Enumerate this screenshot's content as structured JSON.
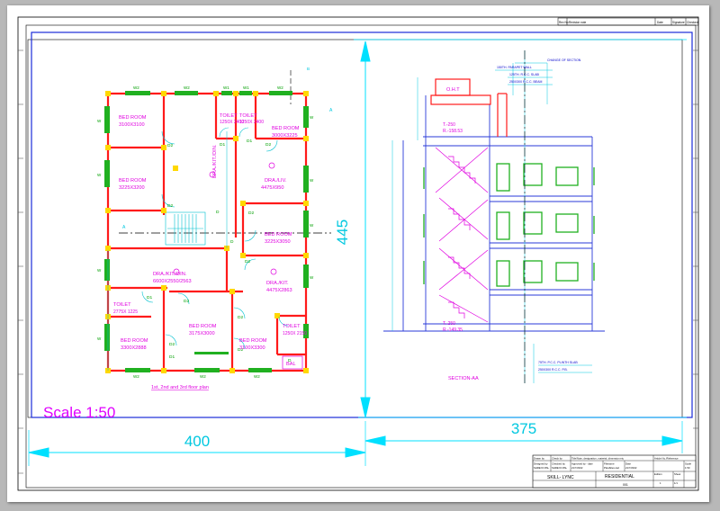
{
  "sheet": {
    "scale_label": "Scale 1:50",
    "dim_left": "400",
    "dim_right": "375",
    "dim_vertical": "445",
    "header_cells": [
      "Rev No",
      "Revision note",
      "Date",
      "Signature",
      "Checked"
    ]
  },
  "plan": {
    "caption": "1st, 2nd and 3rd floor plan",
    "rooms": [
      {
        "name": "BED ROOM",
        "size": "3100X3100"
      },
      {
        "name": "TOILET",
        "size": "1250X 2400"
      },
      {
        "name": "TOILET",
        "size": "1250X 2400"
      },
      {
        "name": "BED ROOM",
        "size": "3000X3225"
      },
      {
        "name": "BED ROOM",
        "size": "3225X3200"
      },
      {
        "name": "DRA./KIT./DIN.",
        "size": ""
      },
      {
        "name": "DRA./LIV.",
        "size": "4475X950"
      },
      {
        "name": "BED ROOM",
        "size": "3225X3050"
      },
      {
        "name": "DRA./KIT./DIN.",
        "size": "6600X2550/2563"
      },
      {
        "name": "DRA./KIT.",
        "size": "4475X2863"
      },
      {
        "name": "TOILET",
        "size": "2775X 1225"
      },
      {
        "name": "BED ROOM",
        "size": "3175X3000"
      },
      {
        "name": "BED ROOM",
        "size": "3300X2888"
      },
      {
        "name": "BED ROOM",
        "size": "3100X3300"
      },
      {
        "name": "TOILET",
        "size": "1250X 2150"
      },
      {
        "name": "BAL",
        "size": ""
      }
    ],
    "marks": {
      "d1": "D1",
      "d2": "D2",
      "d": "D",
      "w": "W",
      "w1": "W1",
      "w2": "W2",
      "a": "A",
      "b": "B"
    }
  },
  "section": {
    "caption": "SECTION-AA",
    "oht": "O.H.T",
    "top_level": "T.-250",
    "top_rl": "R.-158.53",
    "bottom_level": "T.-250",
    "bottom_rl": "R.-149.35",
    "note_slope": "CHANGE OF SECTION",
    "note_parapet": "150TH. PARAPET WALL",
    "note_slab": "125TH. R.C.C. SLAB",
    "note_beam": "250X300 R.C.C. BEAM",
    "note_plinth": "75TH. P.C.C. PLINTH SLAB",
    "note_found": "250X300 R.C.C. P.B."
  },
  "title_block": {
    "row1": [
      "Drawn by",
      "Check by",
      "Title/Note, designation, material, dimension etc",
      "Article No./Reference"
    ],
    "row2a": [
      "Designed by",
      "SHREYA PAL"
    ],
    "row2b": [
      "Checked by",
      "SHREYA PAL"
    ],
    "row2c": [
      "Approved by - date",
      "21/7/2022"
    ],
    "row2d": [
      "Filename",
      "Plan/Elev.cad"
    ],
    "row2e": [
      "Date",
      "21/7/2022"
    ],
    "row2f": [
      "Scale",
      "1:50"
    ],
    "company": "SKILL- LYNC",
    "title": "RESIDENTIAL",
    "sheet_no": "001",
    "edition_label": "Edition",
    "edition": "1",
    "sheet_label": "Sheet",
    "sheet": "1/1"
  }
}
